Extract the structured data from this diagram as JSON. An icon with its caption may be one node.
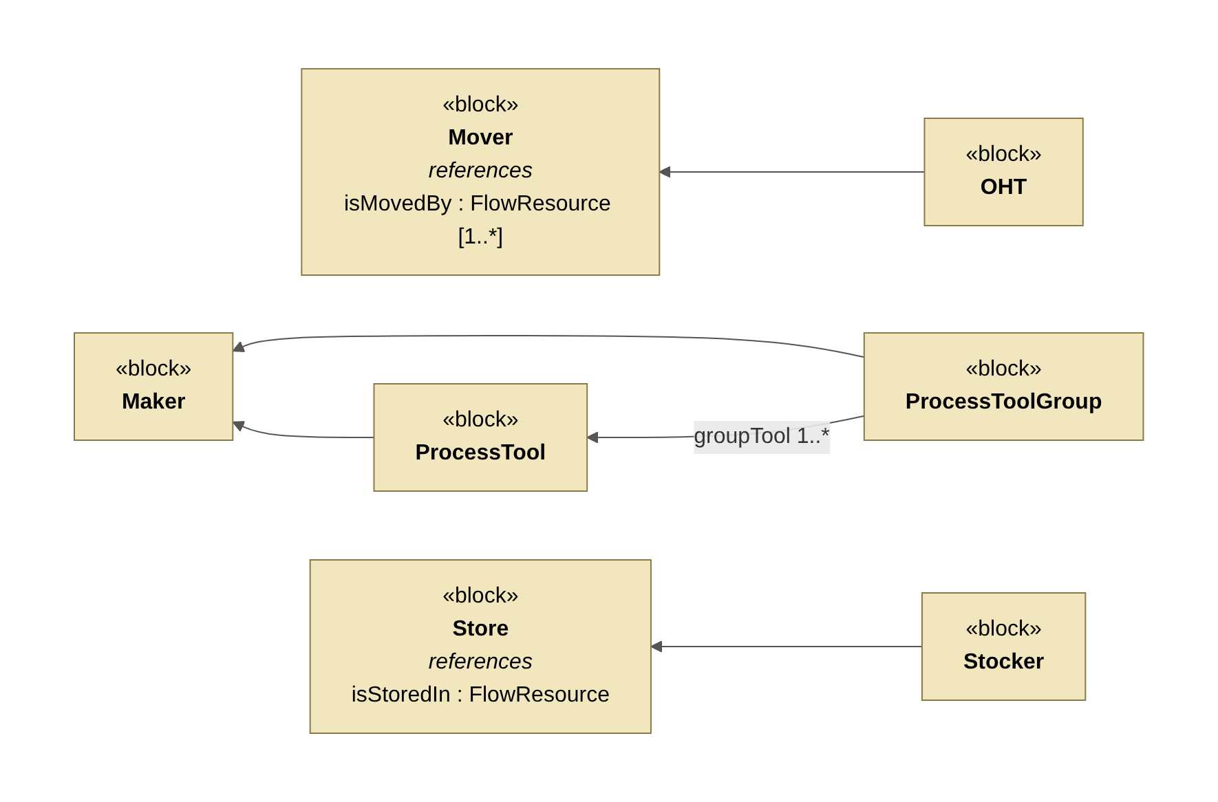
{
  "diagram": {
    "nodes": [
      {
        "text": [
          "«block»",
          "ProcessToolGroup"
        ]
      },
      {
        "text": [
          "«block»",
          "Maker"
        ]
      },
      {
        "text": [
          "«block»",
          "ProcessTool"
        ]
      },
      {
        "text": [
          "«block»",
          "Mover",
          "references",
          "isMovedBy : FlowResource [1..*]"
        ]
      },
      {
        "text": [
          "«block»",
          "OHT"
        ]
      },
      {
        "text": [
          "«block»",
          "Store",
          "references",
          "isStoredIn : FlowResource"
        ]
      },
      {
        "text": [
          "«block»",
          "Stocker"
        ]
      }
    ],
    "edges": [
      {
        "from": 0,
        "to": 1,
        "arrow": "to"
      },
      {
        "from": 0,
        "to": 2,
        "arrow": "to",
        "label": "groupTool 1..*"
      },
      {
        "from": 2,
        "to": 1,
        "arrow": "to"
      },
      {
        "from": 4,
        "to": 3,
        "arrow": "to"
      },
      {
        "from": 6,
        "to": 5,
        "arrow": "to"
      }
    ]
  }
}
